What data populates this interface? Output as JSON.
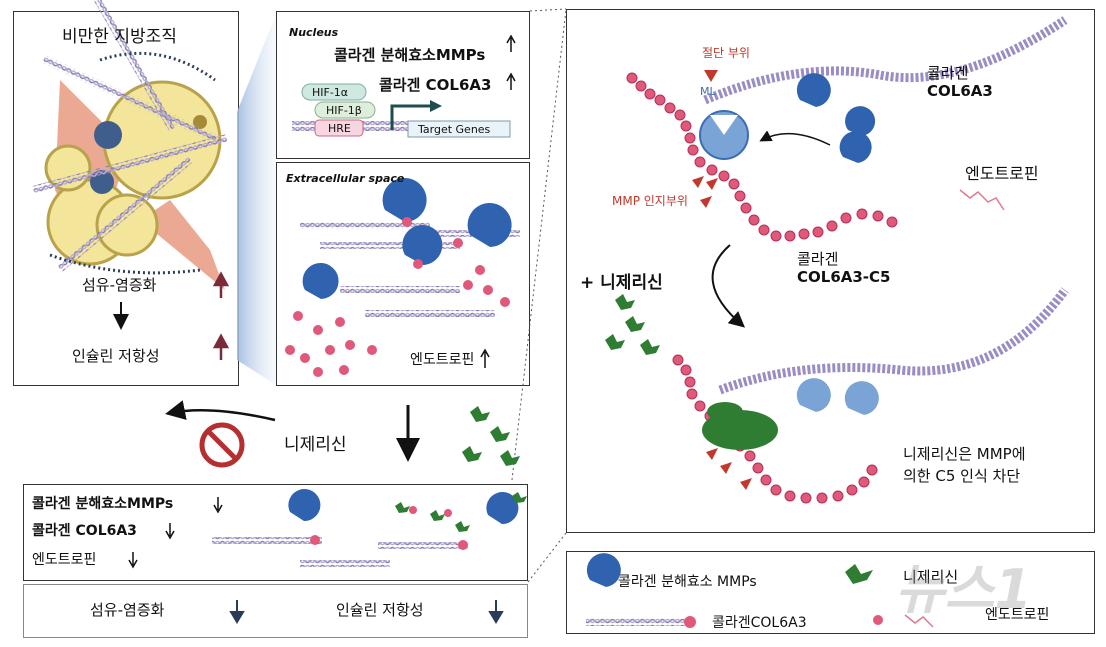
{
  "obese_tissue": {
    "title": "비만한 지방조직",
    "fibro": "섬유-염증화",
    "insulin": "인슐린 저항성"
  },
  "nucleus": {
    "label": "Nucleus",
    "mmp_text": "콜라겐 분해효소MMPs",
    "col_text": "콜라겐 COL6A3",
    "hif1a": "HIF-1α",
    "hif1b": "HIF-1β",
    "hre": "HRE",
    "target": "Target Genes"
  },
  "extracellular": {
    "label": "Extracellular space",
    "endo": "엔도트로핀"
  },
  "arrow_label": "니제리신",
  "result": {
    "mmp": "콜라겐 분해효소MMPs",
    "col": "콜라겐 COL6A3",
    "endo": "엔도트로핀",
    "fibro": "섬유-염증화",
    "insulin": "인슐린 저항성"
  },
  "mechanism": {
    "cleavage": "절단 부위",
    "ml": "ML",
    "collagen_label": "콜라겐",
    "col6a3": "COL6A3",
    "mmp_site": "MMP 인지부위",
    "endo": "엔도트로핀",
    "collagen_label2": "콜라겐",
    "col6a3_c5": "COL6A3-C5",
    "plus_nig": "+ 니제리신",
    "nig_block1": "니제리신은 MMP에",
    "nig_block2": "의한 C5 인식 차단"
  },
  "legend": {
    "mmp": "콜라겐 분해효소 MMPs",
    "nig": "니제리신",
    "col": "콜라겐COL6A3",
    "endo": "엔도트로핀"
  },
  "watermark": "뉴스1",
  "colors": {
    "arrow_up": "#7a2a3a",
    "arrow_down": "#2a3a5a",
    "mmp_blue": "#2f63b0",
    "bead_pink": "#e0587a",
    "nig_green": "#2e7d32",
    "red_mark": "#c0392b"
  }
}
